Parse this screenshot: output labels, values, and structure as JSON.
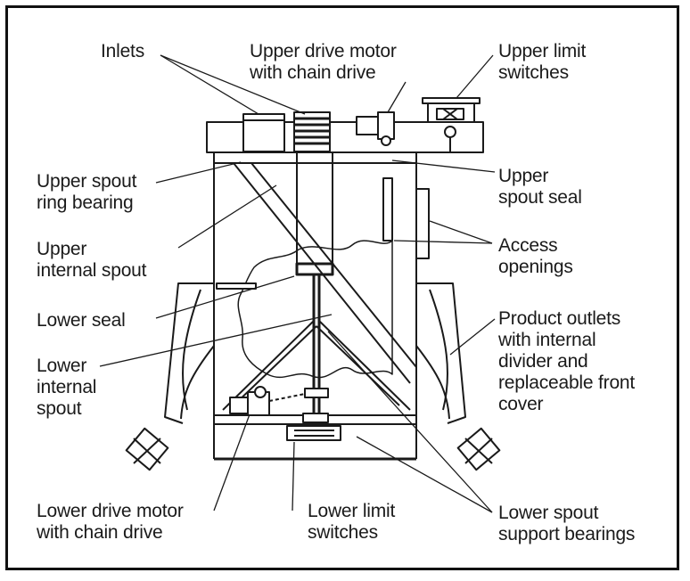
{
  "labels": {
    "inlets": [
      "Inlets"
    ],
    "upper_drive_motor": [
      "Upper drive motor",
      "with chain drive"
    ],
    "upper_limit_switches": [
      "Upper limit",
      "switches"
    ],
    "upper_spout_ring_bearing": [
      "Upper spout",
      "ring bearing"
    ],
    "upper_spout_seal": [
      "Upper",
      "spout seal"
    ],
    "upper_internal_spout": [
      "Upper",
      "internal spout"
    ],
    "access_openings": [
      "Access",
      "openings"
    ],
    "lower_seal": [
      "Lower seal"
    ],
    "product_outlets": [
      "Product outlets",
      "with internal",
      "divider and",
      "replaceable front",
      "cover"
    ],
    "lower_internal_spout": [
      "Lower",
      "internal",
      "spout"
    ],
    "lower_drive_motor": [
      "Lower drive motor",
      "with chain drive"
    ],
    "lower_limit_switches": [
      "Lower limit",
      "switches"
    ],
    "lower_spout_support_bearings": [
      "Lower spout",
      "support bearings"
    ]
  }
}
